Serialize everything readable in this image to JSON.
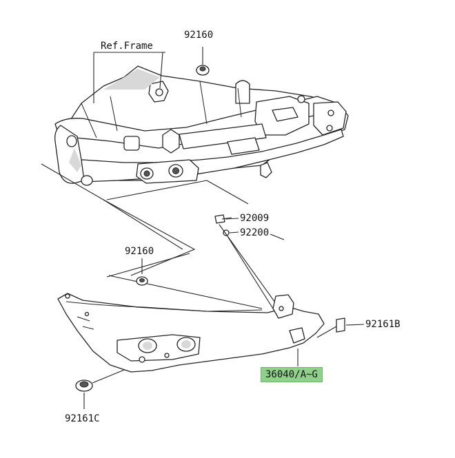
{
  "diagram": {
    "labels": {
      "ref_frame": "Ref.Frame",
      "p92160_top": "92160",
      "p92009": "92009",
      "p92200": "92200",
      "p92160_mid": "92160",
      "p92161b": "92161B",
      "p36040": "36040/A~G",
      "p92161c": "92161C"
    },
    "colors": {
      "line": "#222222",
      "highlight": "#8fd08a"
    }
  }
}
